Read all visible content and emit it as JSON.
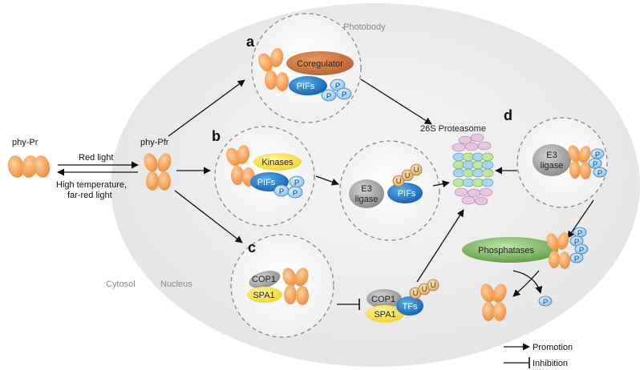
{
  "compartments": {
    "photobody": "Photobody",
    "cytosol": "Cytosol",
    "nucleus": "Nucleus"
  },
  "states": {
    "phy_pr": "phy-Pr",
    "phy_pfr": "phy-Pfr",
    "red_light": "Red light",
    "reverse_line1": "High temperature,",
    "reverse_line2": "far-red light"
  },
  "panels": {
    "a": {
      "letter": "a",
      "coregulator": "Coregulator",
      "pifs": "PIFs"
    },
    "b": {
      "letter": "b",
      "kinases": "Kinases",
      "pifs": "PIFs",
      "e3_line1": "E3",
      "e3_line2": "ligase",
      "pifs_ub": "PIFs"
    },
    "c": {
      "letter": "c",
      "cop1": "COP1",
      "spa1": "SPA1",
      "cop1_out": "COP1",
      "spa1_out": "SPA1",
      "tfs": "TFs"
    },
    "d": {
      "letter": "d",
      "e3_line1": "E3",
      "e3_line2": "ligase",
      "phosphatases": "Phosphatases"
    }
  },
  "proteasome": "26S Proteasome",
  "symbols": {
    "p": "P",
    "u": "U"
  },
  "legend": {
    "promotion": "Promotion",
    "inhibition": "Inhibition"
  },
  "colors": {
    "phytochrome": "#f4a35a",
    "coregulator": "#c8703a",
    "pifs": "#1f78c8",
    "phospho": "#9fd0f0",
    "kinases": "#f7e04a",
    "e3_ligase": "#9a9a9a",
    "ubiquitin": "#e8c27a",
    "spa1": "#f7e04a",
    "phosphatases": "#6aaa55",
    "nucleus_fill": "#ececec"
  }
}
